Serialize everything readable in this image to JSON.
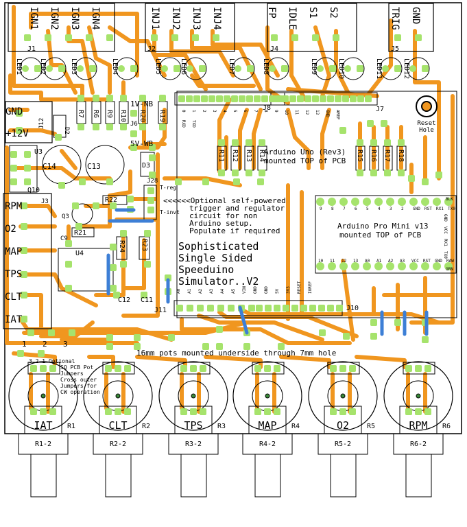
{
  "connectors": {
    "j1": {
      "name": "J1",
      "pins": [
        "IGN1",
        "IGN2",
        "IGN3",
        "IGN4"
      ]
    },
    "j2": {
      "name": "J2",
      "pins": [
        "INJ1",
        "INJ2",
        "INJ3",
        "INJ4"
      ]
    },
    "j4": {
      "name": "J4",
      "pins": [
        "FP",
        "IDLE",
        "S1",
        "S2"
      ]
    },
    "j5": {
      "name": "J5",
      "pins": [
        "TRIG",
        "GND"
      ]
    },
    "power": {
      "gnd": "GND",
      "v12": "+12V",
      "j12": "J12"
    },
    "left": [
      "RPM",
      "O2",
      "MAP",
      "TPS",
      "CLT",
      "IAT"
    ],
    "left_numbers": [
      "1",
      "2",
      "3"
    ]
  },
  "leds": [
    "LED1",
    "LED2",
    "LED3",
    "LED4",
    "LED5",
    "LED6",
    "LED7",
    "LED8",
    "LED9",
    "LED10",
    "LED11",
    "LED12"
  ],
  "resistors_top": [
    "R7",
    "R6",
    "R9",
    "R10",
    "R20",
    "R19"
  ],
  "resistors_mid": [
    "R11",
    "R12",
    "R13",
    "R14"
  ],
  "resistors_right": [
    "R15",
    "R16",
    "R17",
    "R18"
  ],
  "components": {
    "d2": "D2",
    "u3": "U3",
    "q10": "Q10",
    "j3": "J3",
    "c14": "C14",
    "c13": "C13",
    "d3": "D3",
    "j6": "J6",
    "jumper_12v": "1V-NB",
    "jumper_5v": "5V-WB",
    "j7": "J7",
    "j8": "J8",
    "r22": "R22",
    "r21": "R21",
    "q3": "Q3",
    "c9": "C9",
    "u4": "U4",
    "r24": "R24",
    "r23": "R23",
    "c12": "C12",
    "c11": "C11",
    "j11": "J11",
    "j10": "J10",
    "j28": "J28",
    "treg": "T-reg",
    "tinvt": "T-invt"
  },
  "labels": {
    "uno_title": "Arduino Uno (Rev3)",
    "uno_sub": "mounted TOP of PCB",
    "promini_title": "Arduino Pro Mini v13",
    "promini_sub": "mounted TOP of PCB",
    "optional_note": [
      "<<<<<<Optional self-powered",
      "trigger and regulator",
      "circuit for non",
      "Arduino setup.",
      "Populate if required"
    ],
    "main_title": [
      "Sophisticated",
      "Single Sided",
      "Speeduino",
      "Simulator..V2"
    ],
    "reset_hole": [
      "Reset",
      "Hole"
    ],
    "pots_note": "16mm pots mounted underside through 7mm hole",
    "jumper_note": [
      "3 2 1 Optional",
      "SQ PCB Pot",
      "Jumpers",
      "Cross outer",
      "Jumpers for",
      "CW operation"
    ],
    "uno_top_pins": [
      "0",
      "1",
      "2",
      "3",
      "4",
      "5",
      "6",
      "7",
      "8",
      "9",
      "10",
      "11",
      "12",
      "13",
      "GND",
      "AREF"
    ],
    "uno_top_pin_extra": [
      "RXD",
      "TXD"
    ],
    "uno_bot_pins": [
      "A0",
      "A1",
      "A2",
      "A3",
      "A4",
      "A5",
      "VIN",
      "GND",
      "GND",
      "5V",
      "3V3",
      "RESET",
      "IOREF"
    ],
    "pm_top_pins": [
      "9",
      "8",
      "7",
      "6",
      "5",
      "4",
      "3",
      "2",
      "GND",
      "RST",
      "RX1",
      "TX0"
    ],
    "pm_bot_pins": [
      "10",
      "11",
      "12",
      "13",
      "A0",
      "A1",
      "A2",
      "A3",
      "VCC",
      "RST",
      "GND",
      "RAW"
    ],
    "pm_side_pins": [
      "GND",
      "VCC",
      "RX1",
      "TX0"
    ],
    "pm_blk": "BLK",
    "pm_grn": "GRN"
  },
  "pots": [
    {
      "label": "IAT",
      "ref": "R1",
      "second": "R1-2"
    },
    {
      "label": "CLT",
      "ref": "R2",
      "second": "R2-2"
    },
    {
      "label": "TPS",
      "ref": "R3",
      "second": "R3-2"
    },
    {
      "label": "MAP",
      "ref": "R4",
      "second": "R4-2"
    },
    {
      "label": "O2",
      "ref": "R5",
      "second": "R5-2"
    },
    {
      "label": "RPM",
      "ref": "R6",
      "second": "R6-2"
    }
  ],
  "colors": {
    "trace": "#f0961f",
    "pad": "#a6e36c",
    "jumper_wire": "#3d7fd6",
    "outline": "#000000",
    "board": "#ffffff",
    "led_center": "#3a8a3a"
  }
}
